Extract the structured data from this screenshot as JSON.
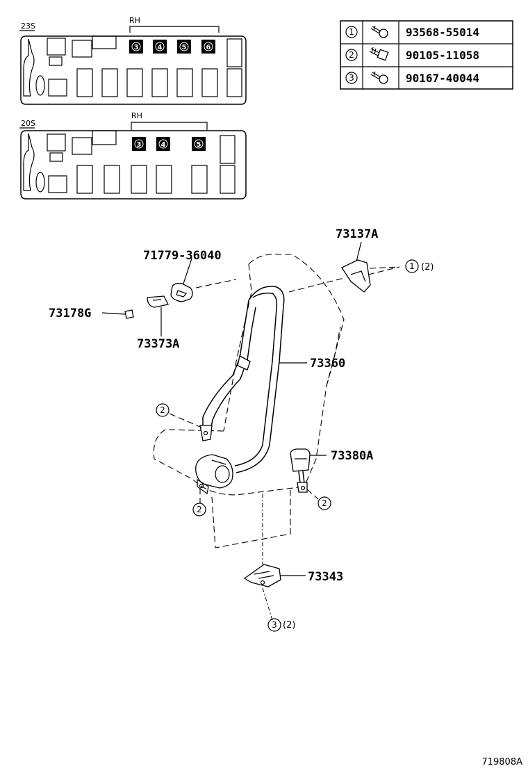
{
  "layouts": [
    {
      "label": "23S",
      "side_label": "RH",
      "seat_numbers": [
        "3",
        "4",
        "5",
        "6"
      ]
    },
    {
      "label": "20S",
      "side_label": "RH",
      "seat_numbers": [
        "3",
        "4",
        "5"
      ]
    }
  ],
  "fastener_table": [
    {
      "ref": "1",
      "part_no": "93568-55014",
      "icon": "screw-icon"
    },
    {
      "ref": "2",
      "part_no": "90105-11058",
      "icon": "bolt-icon"
    },
    {
      "ref": "3",
      "part_no": "90167-40044",
      "icon": "screw-icon"
    }
  ],
  "parts": {
    "p73137A": "73137A",
    "p71779": "71779-36040",
    "p73178G": "73178G",
    "p73373A": "73373A",
    "p73360": "73360",
    "p73380A": "73380A",
    "p73343": "73343"
  },
  "callouts": {
    "c1_ref": "1",
    "c1_qty": "(2)",
    "c2a": "2",
    "c2b": "2",
    "c2c": "2",
    "c3_ref": "3",
    "c3_qty": "(2)"
  },
  "figure_id": "719808A"
}
